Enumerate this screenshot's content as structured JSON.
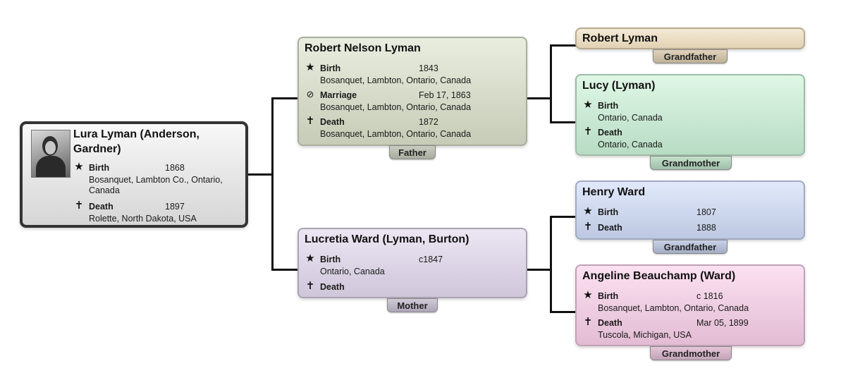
{
  "icons": {
    "birth": "★",
    "death": "✝",
    "marriage": "⊘"
  },
  "subject": {
    "name": "Lura Lyman (Anderson, Gardner)",
    "photo": "portrait-photo",
    "birth": {
      "label": "Birth",
      "date": "1868",
      "place": "Bosanquet, Lambton Co., Ontario, Canada"
    },
    "death": {
      "label": "Death",
      "date": "1897",
      "place": "Rolette, North Dakota, USA"
    }
  },
  "father": {
    "name": "Robert Nelson Lyman",
    "role": "Father",
    "birth": {
      "label": "Birth",
      "date": "1843",
      "place": "Bosanquet, Lambton, Ontario, Canada"
    },
    "marriage": {
      "label": "Marriage",
      "date": "Feb 17, 1863",
      "place": "Bosanquet, Lambton, Ontario, Canada"
    },
    "death": {
      "label": "Death",
      "date": "1872",
      "place": "Bosanquet, Lambton, Ontario, Canada"
    }
  },
  "mother": {
    "name": "Lucretia Ward (Lyman, Burton)",
    "role": "Mother",
    "birth": {
      "label": "Birth",
      "date": "c1847",
      "place": "Ontario, Canada"
    },
    "death": {
      "label": "Death",
      "date": "",
      "place": ""
    }
  },
  "paternal_grandfather": {
    "name": "Robert Lyman",
    "role": "Grandfather"
  },
  "paternal_grandmother": {
    "name": "Lucy (Lyman)",
    "role": "Grandmother",
    "birth": {
      "label": "Birth",
      "date": "",
      "place": "Ontario, Canada"
    },
    "death": {
      "label": "Death",
      "date": "",
      "place": "Ontario, Canada"
    }
  },
  "maternal_grandfather": {
    "name": "Henry Ward",
    "role": "Grandfather",
    "birth": {
      "label": "Birth",
      "date": "1807"
    },
    "death": {
      "label": "Death",
      "date": "1888"
    }
  },
  "maternal_grandmother": {
    "name": "Angeline Beauchamp (Ward)",
    "role": "Grandmother",
    "birth": {
      "label": "Birth",
      "date": "c 1816",
      "place": "Bosanquet, Lambton, Ontario, Canada"
    },
    "death": {
      "label": "Death",
      "date": "Mar 05, 1899",
      "place": "Tuscola, Michigan, USA"
    }
  }
}
